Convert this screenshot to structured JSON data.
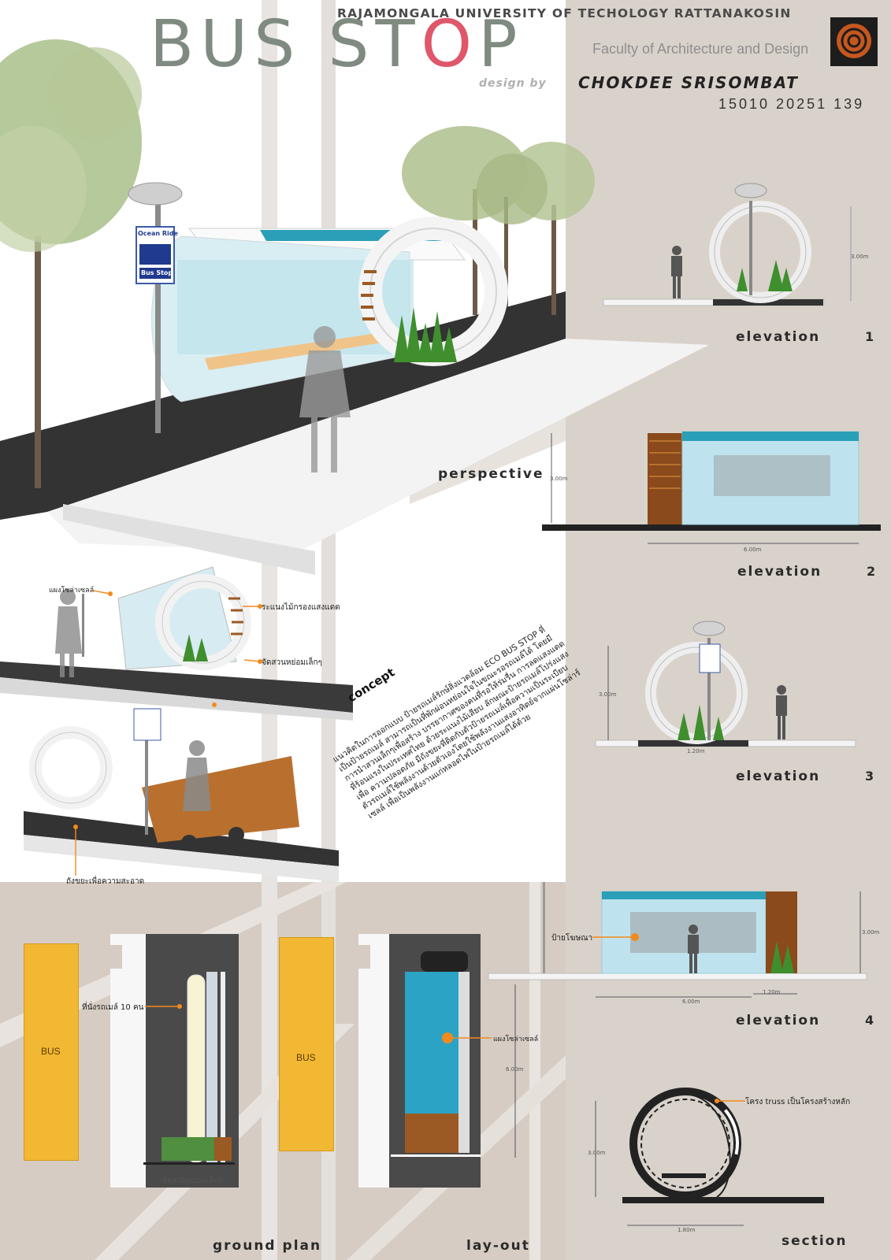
{
  "header": {
    "university": "RAJAMONGALA UNIVERSITY OF TECHOLOGY RATTANAKOSIN",
    "title_part1": "BUS ST",
    "title_part2": "O",
    "title_part3": "P",
    "faculty": "Faculty of Architecture and Design",
    "design_by": "design by",
    "designer": "CHOKDEE   SRISOMBAT",
    "id_number": "15010 20251 139"
  },
  "labels": {
    "perspective": "perspective",
    "elevation1": "elevation",
    "elevation1_num": "1",
    "elevation2": "elevation",
    "elevation2_num": "2",
    "elevation3": "elevation",
    "elevation3_num": "3",
    "elevation4": "elevation",
    "elevation4_num": "4",
    "ground_plan": "ground plan",
    "layout": "lay-out",
    "section": "section",
    "concept": "concept"
  },
  "sign": {
    "brand": "Ocean Ride",
    "stop": "Bus Stop"
  },
  "annotations": {
    "solar_panel_top": "แผงโซล่าเซลล์",
    "wood_screen": "ระแนงไม้กรองแสงแดด",
    "mini_garden": "จัดสวนหย่อมเล็กๆ",
    "trash_bin": "ถังขยะเพื่อความสะอาด",
    "seat": "ที่นั่งรถเมล์ 10 คน",
    "garden_plan": "จัดสวนหย่อมเล็กๆ",
    "solar_panel_plan": "แผงโซล่าเซลล์",
    "ad_sign": "ป้ายโฆษณา",
    "truss": "โครง truss เป็นโครงสร้างหลัก",
    "bus1": "BUS",
    "bus2": "BUS"
  },
  "dimensions": {
    "e1_height": "3.00m",
    "e2_height": "3.00m",
    "e2_width": "6.00m",
    "e3_height": "3.00m",
    "e3_base": "1.20m",
    "e4_height": "3.00m",
    "e4_width": "6.00m",
    "e4_side": "1.20m",
    "layout_length": "6.00m",
    "section_height": "3.00m",
    "section_width": "1.80m"
  },
  "concept": {
    "text": "แนวคิดในการออกแบบ ป้ายรถเมล์รักษ์สิ่งแวดล้อม ECO BUS STOP ที่เป็นป้ายรถเมล์ สามารถเป็นที่พักผ่อนหย่อนใจในขณะรอรถเมล์ได้ โดยมีการนำสวนเล็กๆเพื่อสร้าง บรรยากาศของคนที่รอให้ร่มรื่น การลดแสงแดดที่ร้อนแรงในประเทศไทย ด้วยระแนงไม้เสียบ ลักษณะป้ายรถเมล์โปร่งแสง เพื่อ ความปลอดภัย มีถังขยะที่ติดกับตัวป้ายรถเมล์เพื่อความเป็นระเบียบ ตัวรถเมล์ใช้พลังงานด้วยตัวเองโดยใช้พลังงานแสงอาทิตย์จากแผ่นโซล่าร์เซลล์ เพื่อเป็นพลังงานแก่หลอดไฟในป้ายรถเมล์ได้ด้วย"
  },
  "colors": {
    "title_gray": "#7f8a80",
    "title_pink": "#e0566b",
    "panel_beige": "#d9d2ca",
    "accent_orange": "#f28a1c",
    "glass_blue": "#9fd3e0",
    "roof_teal": "#2a9fb7"
  }
}
